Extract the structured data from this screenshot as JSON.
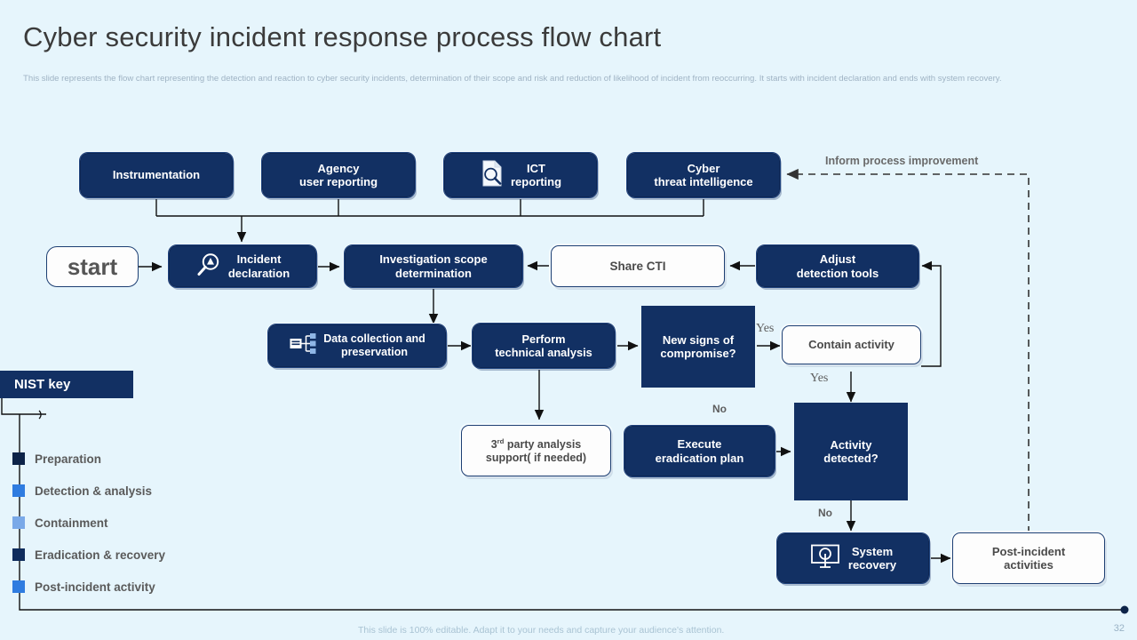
{
  "header": {
    "title": "Cyber security incident response process flow chart",
    "subtitle": "This slide represents the flow chart representing the detection and reaction to cyber security incidents, determination of their scope and risk and reduction of likelihood of incident from reoccurring. It starts with incident declaration and ends with system recovery."
  },
  "colors": {
    "background": "#e6f5fc",
    "dark_navy": "#123063",
    "light_box": "#fdfdfd",
    "accent_blue": "#2f7ce0",
    "line": "#111111",
    "muted_text": "#9fb3c4"
  },
  "flow": {
    "start": {
      "label": "start"
    },
    "sources": [
      {
        "id": "instrumentation",
        "label": "Instrumentation",
        "icon": null
      },
      {
        "id": "agency-user-reporting",
        "line1": "Agency",
        "line2": "user reporting",
        "icon": null
      },
      {
        "id": "ict-reporting",
        "line1": "ICT",
        "line2": "reporting",
        "icon": "document-search-icon"
      },
      {
        "id": "cyber-threat-intelligence",
        "line1": "Cyber",
        "line2": "threat intelligence",
        "icon": null
      }
    ],
    "nodes": [
      {
        "id": "incident-declaration",
        "line1": "Incident",
        "line2": "declaration",
        "icon": "magnifier-alert-icon"
      },
      {
        "id": "investigation-scope-determination",
        "line1": "Investigation scope",
        "line2": "determination",
        "icon": null
      },
      {
        "id": "share-cti",
        "line1": "Share CTI",
        "line2": "",
        "icon": null
      },
      {
        "id": "adjust-detection-tools",
        "line1": "Adjust",
        "line2": "detection tools",
        "icon": null
      },
      {
        "id": "data-collection-and-preservation",
        "line1": "Data collection and",
        "line2": "preservation",
        "icon": "data-network-icon"
      },
      {
        "id": "perform-technical-analysis",
        "line1": "Perform",
        "line2": "technical analysis",
        "icon": null
      },
      {
        "id": "new-signs-of-compromise",
        "line1": "New signs of",
        "line2": "compromise?",
        "icon": null
      },
      {
        "id": "contain-activity",
        "line1": "Contain activity",
        "line2": "",
        "icon": null
      },
      {
        "id": "third-party-analysis",
        "line1": "3rd party analysis",
        "line2": "support( if needed)",
        "icon": null
      },
      {
        "id": "execute-eradication-plan",
        "line1": "Execute",
        "line2": "eradication plan",
        "icon": null
      },
      {
        "id": "activity-detected",
        "line1": "Activity",
        "line2": "detected?",
        "icon": null
      },
      {
        "id": "system-recovery",
        "line1": "System",
        "line2": "recovery",
        "icon": "monitor-recovery-icon"
      },
      {
        "id": "post-incident-activities",
        "line1": "Post-incident",
        "line2": "activities",
        "icon": null
      }
    ],
    "edge_labels": {
      "inform_process_improvement": "Inform process  improvement",
      "yes_compromise": "Yes",
      "yes_contain": "Yes",
      "no_eradication": "No",
      "no_activity": "No"
    }
  },
  "nist_key": {
    "title": "NIST key",
    "items": [
      {
        "label": "Preparation",
        "color": "#0c2348"
      },
      {
        "label": "Detection & analysis",
        "color": "#2f7ce0"
      },
      {
        "label": "Containment",
        "color": "#7aa9e8"
      },
      {
        "label": "Eradication & recovery",
        "color": "#0f2c5c"
      },
      {
        "label": "Post-incident activity",
        "color": "#2f7ce0"
      }
    ]
  },
  "footer": {
    "note": "This slide is 100% editable. Adapt it to your needs and capture your audience's attention.",
    "page_number": "32"
  }
}
